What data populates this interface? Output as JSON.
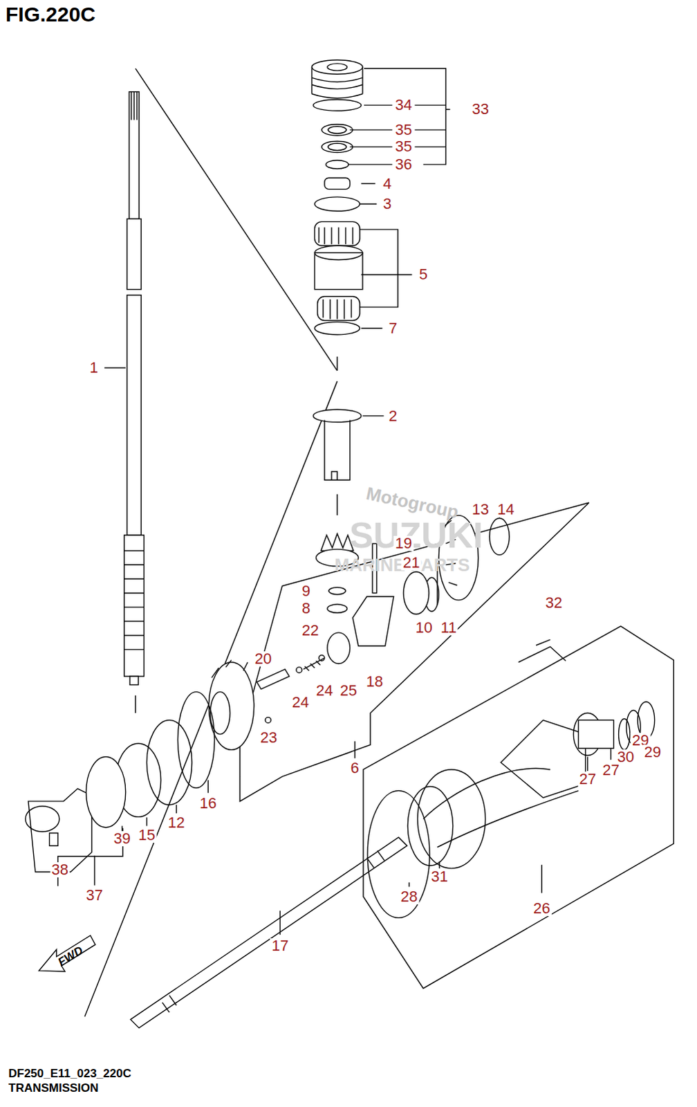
{
  "diagram": {
    "title": "FIG.220C",
    "caption": "TRANSMISSION",
    "labels": [
      "34",
      "33",
      "35",
      "35",
      "36",
      "4",
      "3",
      "5",
      "7",
      "1",
      "2",
      "Motogroup",
      "SUZUKI",
      "MARINE PARTS",
      "13",
      "14",
      "19",
      "21",
      "9",
      "8",
      "10",
      "11",
      "32",
      "22",
      "20",
      "24",
      "25",
      "18",
      "24",
      "23",
      "6",
      "27",
      "27",
      "30",
      "29",
      "29",
      "16",
      "12",
      "15",
      "39",
      "38",
      "37",
      "28",
      "31",
      "26",
      "17",
      "FWD",
      "DF250_E11_023_220C"
    ]
  }
}
